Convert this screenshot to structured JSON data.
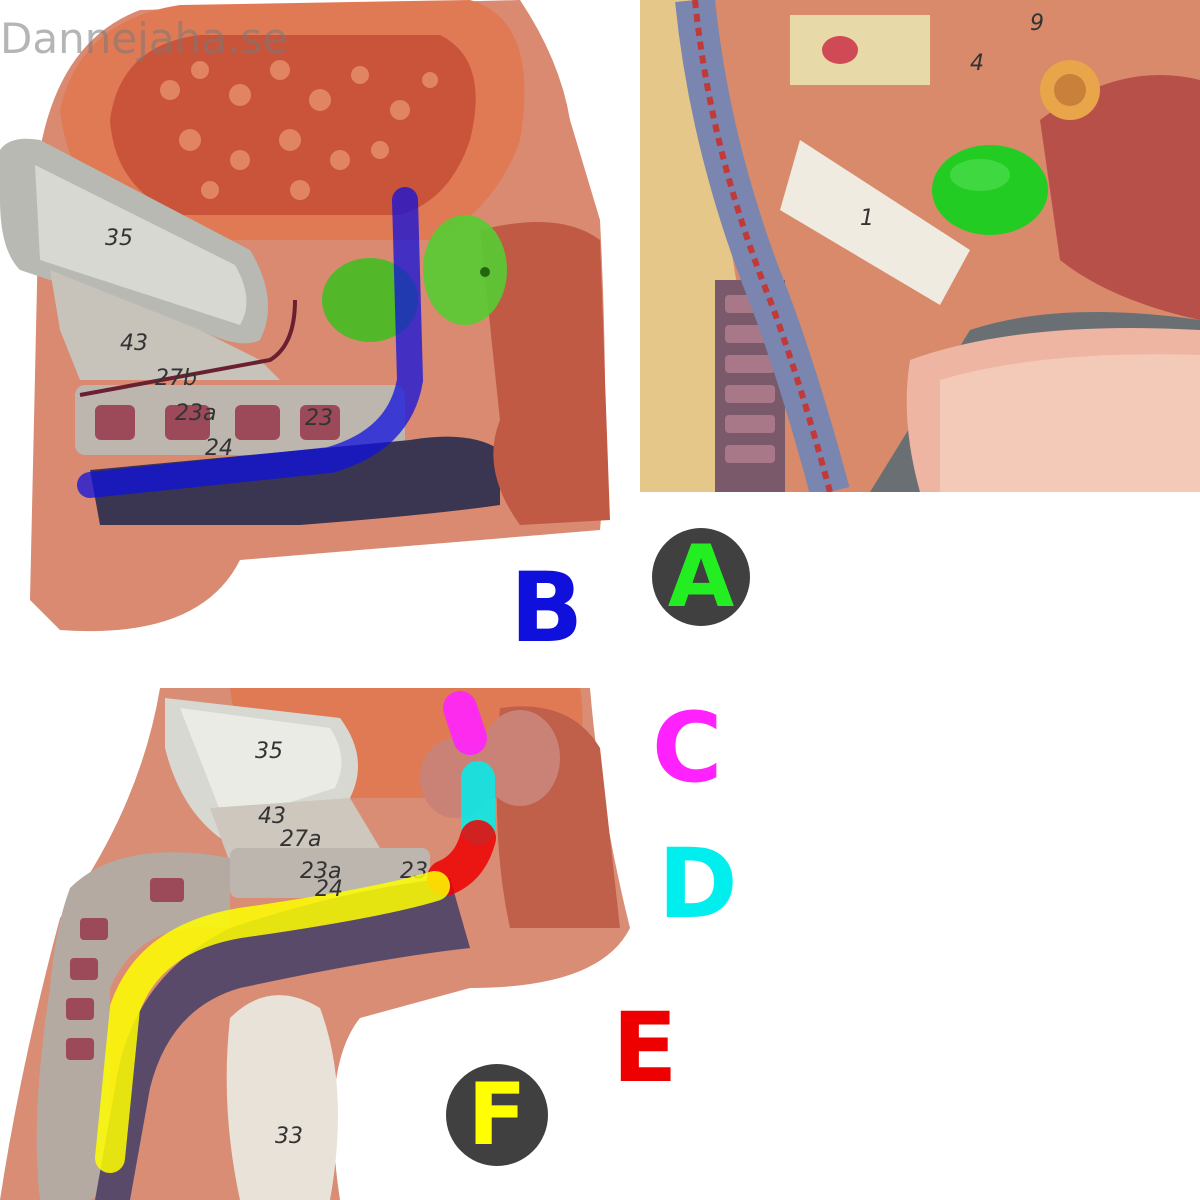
{
  "watermark": "Dannejaha.se",
  "labels": {
    "a": "A",
    "b": "B",
    "c": "C",
    "d": "D",
    "e": "E",
    "f": "F"
  },
  "model_numbers": {
    "tl_35": "35",
    "tl_43": "43",
    "tl_27": "27b",
    "tl_23a": "23a",
    "tl_23": "23",
    "tl_24": "24",
    "tr_1": "1",
    "tr_4": "4",
    "tr_9": "9",
    "bl_35": "35",
    "bl_43": "43",
    "bl_27": "27a",
    "bl_23a": "23a",
    "bl_23": "23",
    "bl_24": "24",
    "bl_33": "33"
  },
  "colors": {
    "a": "#22ee22",
    "b": "#1010dd",
    "c": "#ff22ff",
    "d": "#00eeee",
    "e": "#ee0000",
    "f": "#ffff00",
    "badge": "#404040"
  }
}
